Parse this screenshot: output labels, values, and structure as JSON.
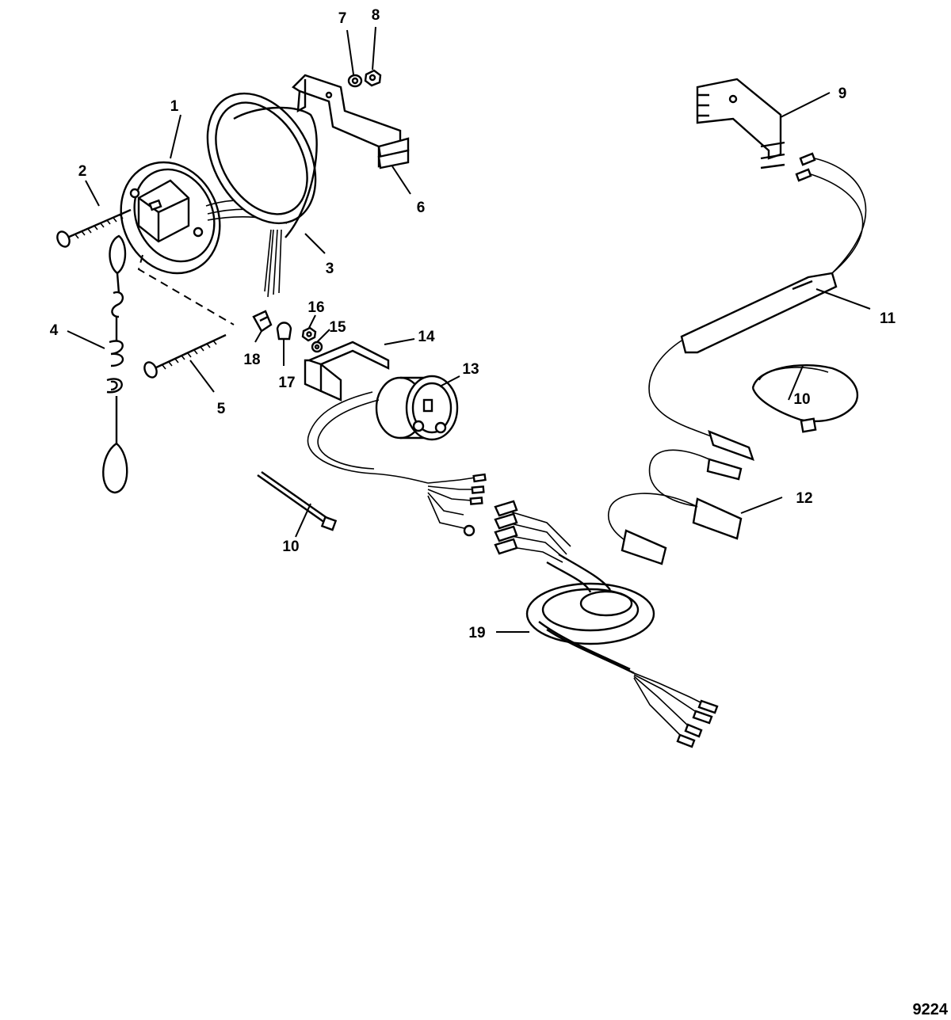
{
  "callouts": [
    {
      "id": "1",
      "label": "1"
    },
    {
      "id": "2",
      "label": "2"
    },
    {
      "id": "3",
      "label": "3"
    },
    {
      "id": "4",
      "label": "4"
    },
    {
      "id": "5",
      "label": "5"
    },
    {
      "id": "6",
      "label": "6"
    },
    {
      "id": "7",
      "label": "7"
    },
    {
      "id": "8",
      "label": "8"
    },
    {
      "id": "9",
      "label": "9"
    },
    {
      "id": "10a",
      "label": "10"
    },
    {
      "id": "10b",
      "label": "10"
    },
    {
      "id": "11",
      "label": "11"
    },
    {
      "id": "12",
      "label": "12"
    },
    {
      "id": "13",
      "label": "13"
    },
    {
      "id": "14",
      "label": "14"
    },
    {
      "id": "15",
      "label": "15"
    },
    {
      "id": "16",
      "label": "16"
    },
    {
      "id": "17",
      "label": "17"
    },
    {
      "id": "18",
      "label": "18"
    },
    {
      "id": "19",
      "label": "19"
    }
  ],
  "figure_number": "9224",
  "colors": {
    "line": "#000000",
    "background": "#ffffff"
  }
}
